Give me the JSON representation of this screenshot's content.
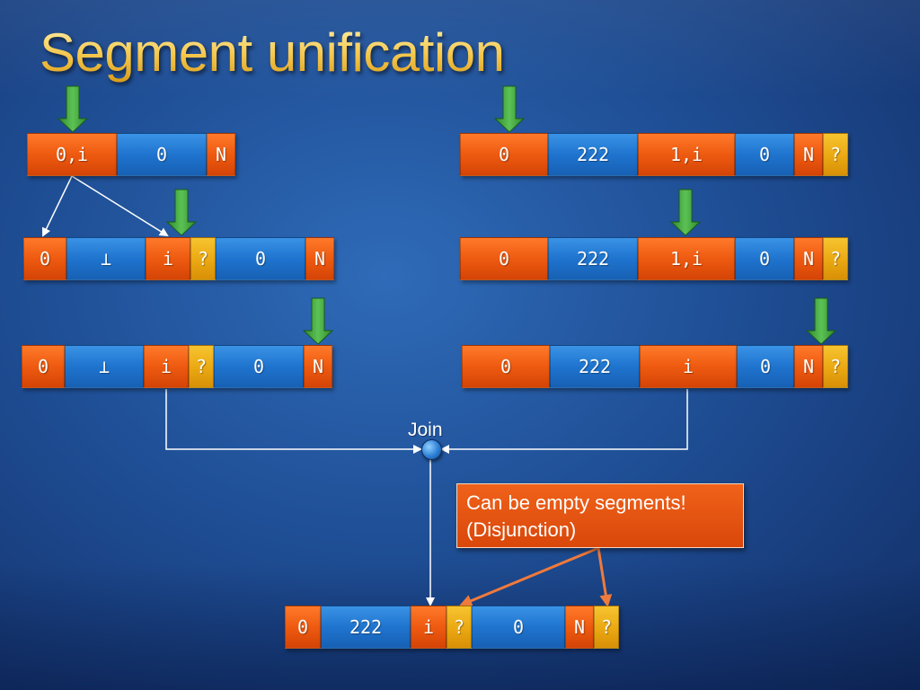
{
  "slide": {
    "title": "Segment unification",
    "join_label": "Join",
    "callout_lines": [
      "Can be empty segments!",
      "(Disjunction)"
    ],
    "colors": {
      "orange": "#ee5a10",
      "blue": "#1f74cf",
      "yellow": "#eaa812",
      "title_gold": "#f5c64a",
      "arrow_green": "#3fa33b",
      "callout_arrow": "#f07a3c"
    }
  },
  "rows": {
    "left_1": [
      "0,i",
      "0",
      "N"
    ],
    "left_2": [
      "0",
      "⊥",
      "i",
      "?",
      "0",
      "N"
    ],
    "left_3": [
      "0",
      "⊥",
      "i",
      "?",
      "0",
      "N"
    ],
    "right_1": [
      "0",
      "222",
      "1,i",
      "0",
      "N",
      "?"
    ],
    "right_2": [
      "0",
      "222",
      "1,i",
      "0",
      "N",
      "?"
    ],
    "right_3": [
      "0",
      "222",
      "i",
      "0",
      "N",
      "?"
    ],
    "result": [
      "0",
      "222",
      "i",
      "?",
      "0",
      "N",
      "?"
    ]
  }
}
